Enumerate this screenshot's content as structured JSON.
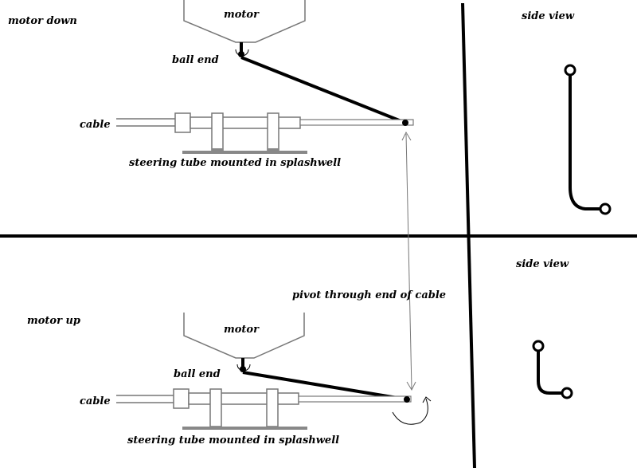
{
  "panels": {
    "top_left": "motor down",
    "top_right": "side view",
    "bottom_left": "motor up",
    "bottom_right": "side view"
  },
  "labels": {
    "motor_top": "motor",
    "motor_bottom": "motor",
    "ball_end_top": "ball end",
    "ball_end_bottom": "ball end",
    "cable_top": "cable",
    "cable_bottom": "cable",
    "tube_top": "steering tube mounted in splashwell",
    "tube_bottom": "steering tube mounted in splashwell",
    "pivot": "pivot through end of cable"
  }
}
